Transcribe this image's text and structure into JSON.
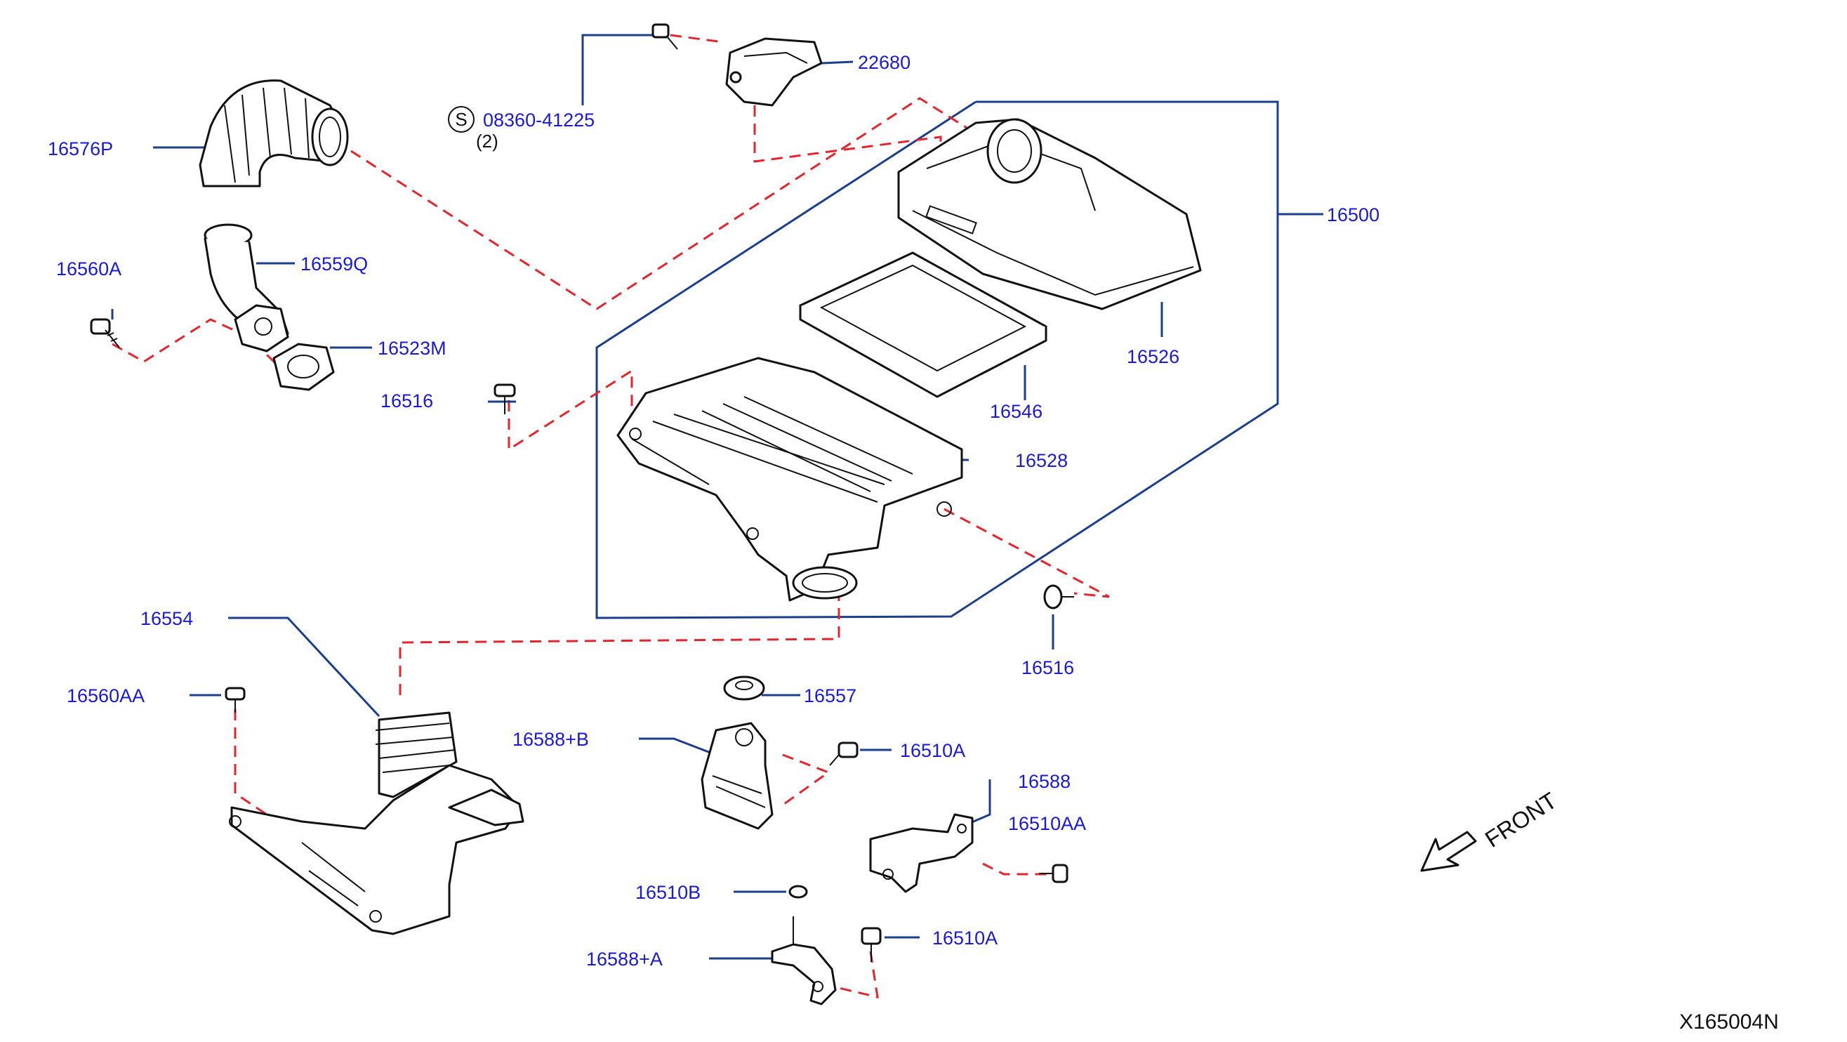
{
  "diagram": {
    "code": "X165004N",
    "front_label": "FRONT",
    "screw_symbol": "S",
    "parts": [
      {
        "id": "p22680",
        "label": "22680"
      },
      {
        "id": "p08360",
        "label": "08360-41225",
        "qty": "(2)"
      },
      {
        "id": "p16576P",
        "label": "16576P"
      },
      {
        "id": "p16500",
        "label": "16500"
      },
      {
        "id": "p16560A",
        "label": "16560A"
      },
      {
        "id": "p16559Q",
        "label": "16559Q"
      },
      {
        "id": "p16523M",
        "label": "16523M"
      },
      {
        "id": "p16526",
        "label": "16526"
      },
      {
        "id": "p16516a",
        "label": "16516"
      },
      {
        "id": "p16546",
        "label": "16546"
      },
      {
        "id": "p16528",
        "label": "16528"
      },
      {
        "id": "p16554",
        "label": "16554"
      },
      {
        "id": "p16516b",
        "label": "16516"
      },
      {
        "id": "p16560AA",
        "label": "16560AA"
      },
      {
        "id": "p16557",
        "label": "16557"
      },
      {
        "id": "p16588B",
        "label": "16588+B"
      },
      {
        "id": "p16510A1",
        "label": "16510A"
      },
      {
        "id": "p16588",
        "label": "16588"
      },
      {
        "id": "p16510AA",
        "label": "16510AA"
      },
      {
        "id": "p16510B",
        "label": "16510B"
      },
      {
        "id": "p16510A2",
        "label": "16510A"
      },
      {
        "id": "p16588A",
        "label": "16588+A"
      }
    ]
  }
}
